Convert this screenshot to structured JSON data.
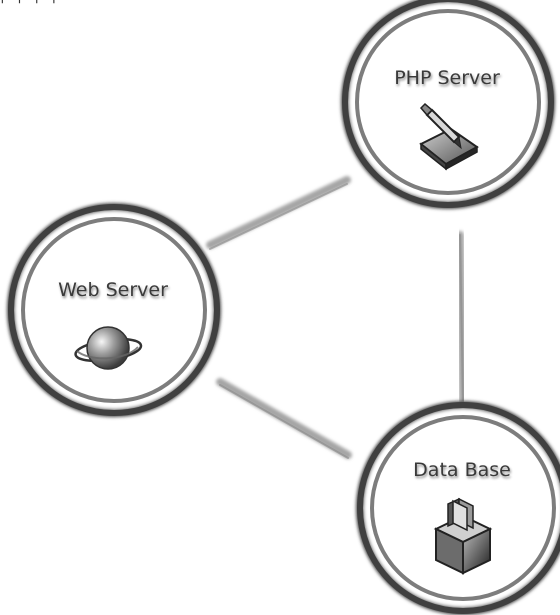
{
  "header_fragment": "  |   |   |         |",
  "nodes": {
    "php_server": {
      "label": "PHP Server",
      "icon": "pen-tablet-icon"
    },
    "web_server": {
      "label": "Web Server",
      "icon": "planet-globe-icon"
    },
    "data_base": {
      "label": "Data Base",
      "icon": "storage-box-icon"
    }
  },
  "connections": [
    {
      "from": "web_server",
      "to": "php_server"
    },
    {
      "from": "php_server",
      "to": "data_base"
    },
    {
      "from": "web_server",
      "to": "data_base"
    }
  ],
  "colors": {
    "ring_outer": "#4a4a4a",
    "ring_inner": "#7d7d7d",
    "connector": "#a5a5a5"
  }
}
